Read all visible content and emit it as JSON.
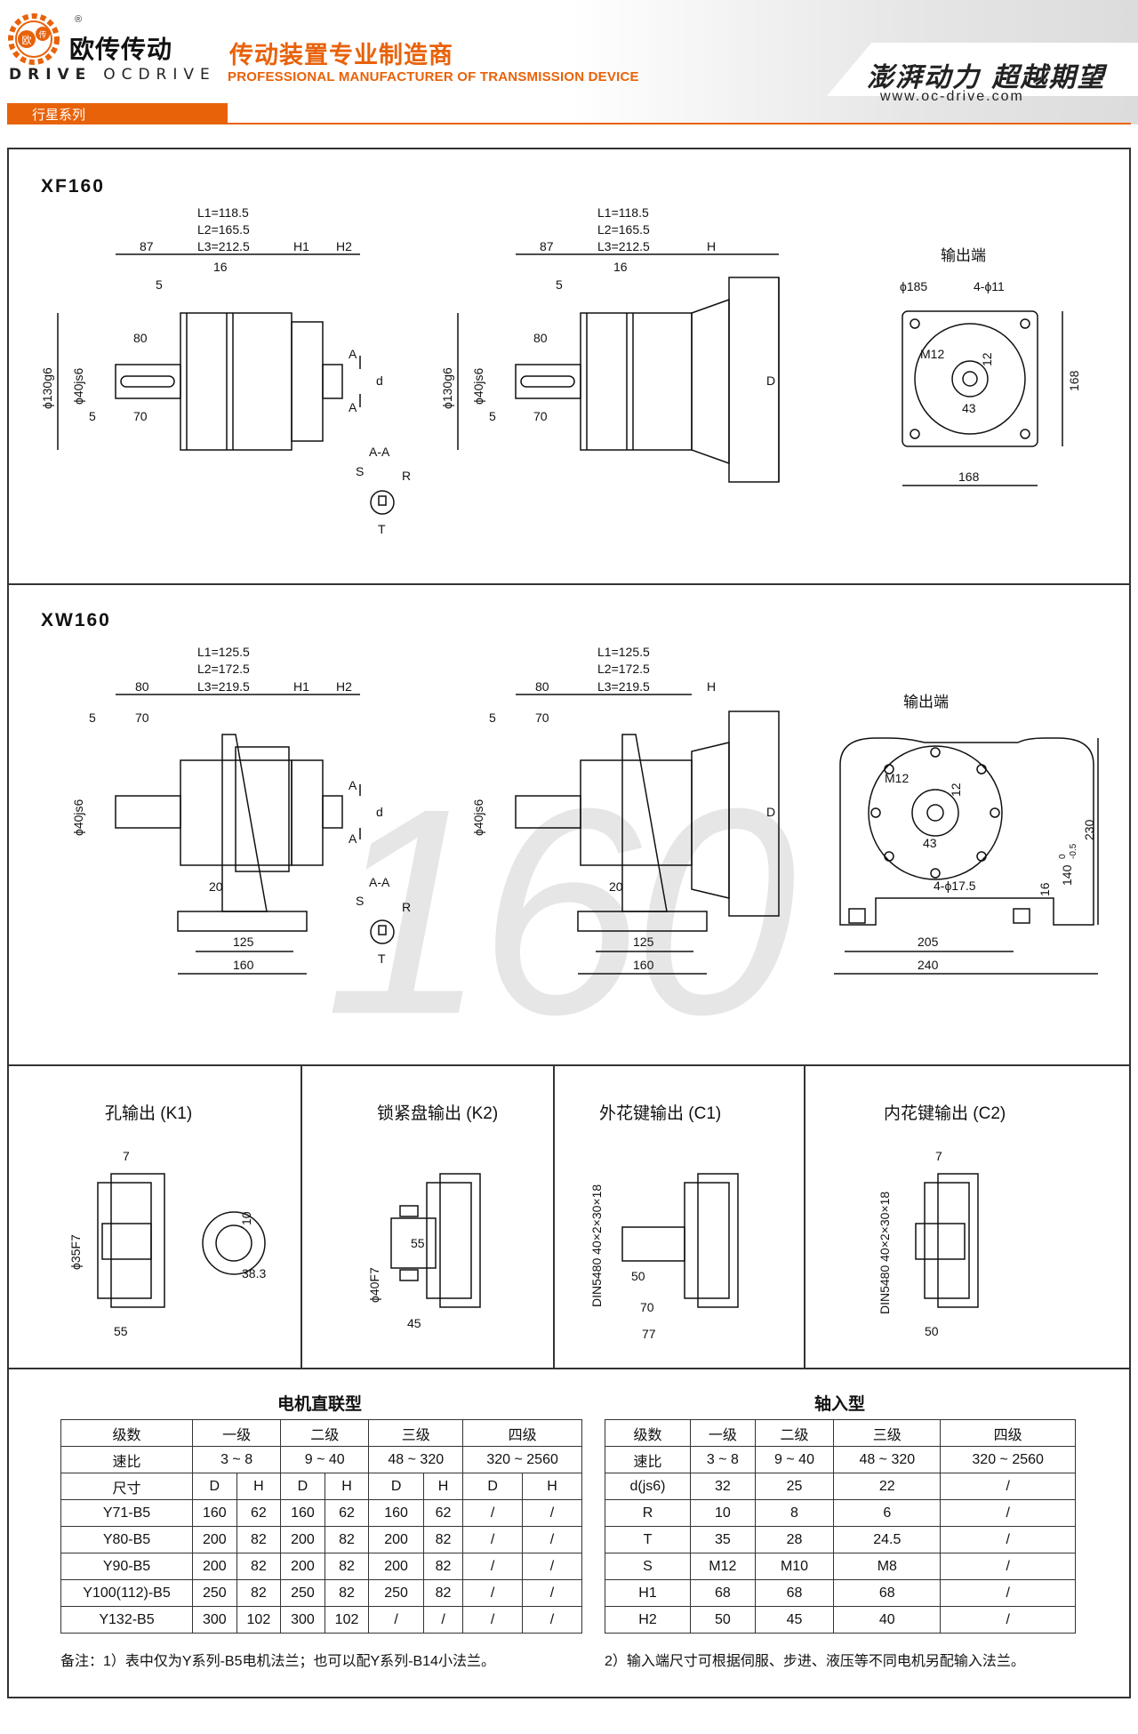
{
  "header": {
    "logo_cn": "欧传传动",
    "logo_en_bold": "DRIVE",
    "logo_en_light": "OCDRIVE",
    "logo_badge_top": "欧",
    "logo_badge_right": "传",
    "registered": "®",
    "tagline_cn": "传动装置专业制造商",
    "tagline_en": "PROFESSIONAL MANUFACTURER OF TRANSMISSION DEVICE",
    "slogan": "澎湃动力  超越期望",
    "website": "www.oc-drive.com",
    "series": "行星系列",
    "accent": "#e8620a"
  },
  "xf160": {
    "title": "XF160",
    "L1": "L1=118.5",
    "L2": "L2=165.5",
    "L3": "L3=212.5",
    "d87": "87",
    "d16": "16",
    "d5": "5",
    "d80": "80",
    "d70": "70",
    "d5b": "5",
    "H1": "H1",
    "H2": "H2",
    "H": "H",
    "A": "A",
    "d": "d",
    "D": "D",
    "phi130": "ϕ130g6",
    "phi40": "ϕ40js6",
    "section": "A-A",
    "S": "S",
    "R": "R",
    "T": "T",
    "output_title": "输出端",
    "phi185": "ϕ185",
    "holes": "4-ϕ11",
    "M12": "M12",
    "d12": "12",
    "d43": "43",
    "d168a": "168",
    "d168b": "168"
  },
  "xw160": {
    "title": "XW160",
    "L1": "L1=125.5",
    "L2": "L2=172.5",
    "L3": "L3=219.5",
    "d80": "80",
    "d5": "5",
    "d70": "70",
    "H1": "H1",
    "H2": "H2",
    "H": "H",
    "A": "A",
    "d": "d",
    "D": "D",
    "phi40": "ϕ40js6",
    "d20": "20",
    "d125": "125",
    "d160": "160",
    "section": "A-A",
    "S": "S",
    "R": "R",
    "T": "T",
    "output_title": "输出端",
    "M12": "M12",
    "d12": "12",
    "d43": "43",
    "holes": "4-ϕ17.5",
    "d16": "16",
    "d140": "140",
    "tol_top": "0",
    "tol_bot": "-0.5",
    "d230": "230",
    "d205": "205",
    "d240": "240",
    "watermark": "160"
  },
  "options": [
    {
      "title": "孔输出 (K1)",
      "dims": [
        "7",
        "ϕ35F7",
        "10",
        "38.3",
        "55"
      ]
    },
    {
      "title": "锁紧盘输出 (K2)",
      "dims": [
        "55",
        "ϕ40F7",
        "45"
      ]
    },
    {
      "title": "外花键输出 (C1)",
      "dims": [
        "DIN5480 40×2×30×18",
        "50",
        "70",
        "77"
      ]
    },
    {
      "title": "内花键输出 (C2)",
      "dims": [
        "7",
        "DIN5480 40×2×30×18",
        "50"
      ]
    }
  ],
  "motor_table": {
    "title": "电机直联型",
    "row_stage": [
      "级数",
      "一级",
      "二级",
      "三级",
      "四级"
    ],
    "row_ratio": [
      "速比",
      "3 ~ 8",
      "9 ~ 40",
      "48 ~ 320",
      "320 ~ 2560"
    ],
    "row_size": [
      "尺寸",
      "D",
      "H",
      "D",
      "H",
      "D",
      "H",
      "D",
      "H"
    ],
    "rows": [
      [
        "Y71-B5",
        "160",
        "62",
        "160",
        "62",
        "160",
        "62",
        "/",
        "/"
      ],
      [
        "Y80-B5",
        "200",
        "82",
        "200",
        "82",
        "200",
        "82",
        "/",
        "/"
      ],
      [
        "Y90-B5",
        "200",
        "82",
        "200",
        "82",
        "200",
        "82",
        "/",
        "/"
      ],
      [
        "Y100(112)-B5",
        "250",
        "82",
        "250",
        "82",
        "250",
        "82",
        "/",
        "/"
      ],
      [
        "Y132-B5",
        "300",
        "102",
        "300",
        "102",
        "/",
        "/",
        "/",
        "/"
      ]
    ]
  },
  "shaft_table": {
    "title": "轴入型",
    "row_stage": [
      "级数",
      "一级",
      "二级",
      "三级",
      "四级"
    ],
    "row_ratio": [
      "速比",
      "3 ~ 8",
      "9 ~ 40",
      "48 ~ 320",
      "320 ~ 2560"
    ],
    "rows": [
      [
        "d(js6)",
        "32",
        "25",
        "22",
        "/"
      ],
      [
        "R",
        "10",
        "8",
        "6",
        "/"
      ],
      [
        "T",
        "35",
        "28",
        "24.5",
        "/"
      ],
      [
        "S",
        "M12",
        "M10",
        "M8",
        "/"
      ],
      [
        "H1",
        "68",
        "68",
        "68",
        "/"
      ],
      [
        "H2",
        "50",
        "45",
        "40",
        "/"
      ]
    ]
  },
  "notes": {
    "left": "备注：1）表中仅为Y系列-B5电机法兰；也可以配Y系列-B14小法兰。",
    "right": "2）输入端尺寸可根据伺服、步进、液压等不同电机另配输入法兰。"
  }
}
